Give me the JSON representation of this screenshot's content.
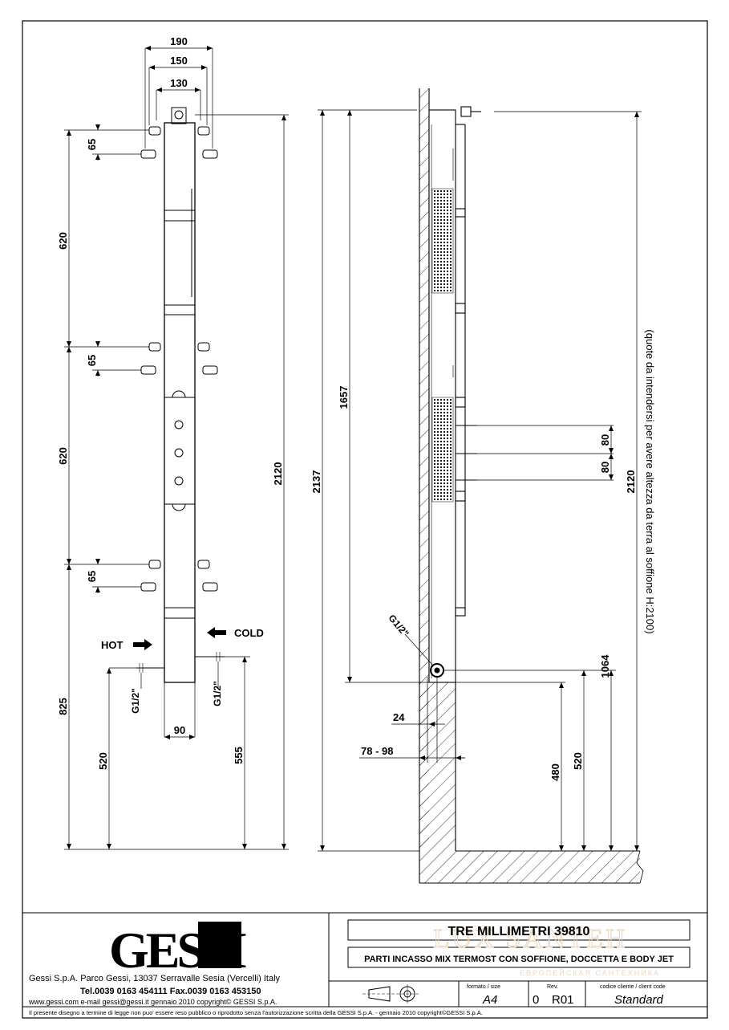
{
  "front_view": {
    "widths": {
      "w190": "190",
      "w150": "150",
      "w130": "130",
      "w90": "90"
    },
    "heights": {
      "h65_top": "65",
      "h620_top": "620",
      "h65_mid": "65",
      "h620_mid": "620",
      "h65_low": "65",
      "h825": "825",
      "h520": "520",
      "h555": "555",
      "h2120": "2120"
    },
    "labels": {
      "hot": "HOT",
      "cold": "COLD",
      "thread_left": "G1/2\"",
      "thread_right": "G1/2\""
    }
  },
  "side_view": {
    "dims": {
      "d2137": "2137",
      "d1657": "1657",
      "d80_a": "80",
      "d80_b": "80",
      "d2120": "2120",
      "d1064": "1064",
      "d480": "480",
      "d520": "520",
      "d24": "24",
      "d78_98": "78 - 98"
    },
    "thread": "G1/2\"",
    "note": "(quote da intendersi per avere altezza da terra al soffione H:2100)"
  },
  "title_block": {
    "logo": "GESSI",
    "company_line": "Gessi S.p.A. Parco Gessi, 13037 Serravalle Sesia (Vercelli) Italy",
    "phone_line": "Tel.0039 0163 454111 Fax.0039 0163 453150",
    "web_line": "www.gessi.com e-mail gessi@gessi.it gennaio 2010 copyright© GESSI S.p.A.",
    "title": "TRE MILLIMETRI 39810",
    "subtitle": "PARTI INCASSO MIX TERMOST CON SOFFIONE, DOCCETTA E BODY JET",
    "format_label": "formato / size",
    "format_value": "A4",
    "rev_label": "Rev.",
    "rev_num": "0",
    "rev_value": "R01",
    "client_code_label": "codice cliente / client code",
    "client_code_value": "Standard",
    "footer": "Il presente disegno a termine di legge non puo' essere reso pubblico o riprodotto senza l'autorizzazione scritta della GESSI S.p.A. - gennaio 2010 copyright©GESSI S.p.A."
  },
  "watermark": {
    "main": "LUX SANTEH",
    "sub": "ЕВРОПЕЙСКАЯ САНТЕХНИКА"
  }
}
